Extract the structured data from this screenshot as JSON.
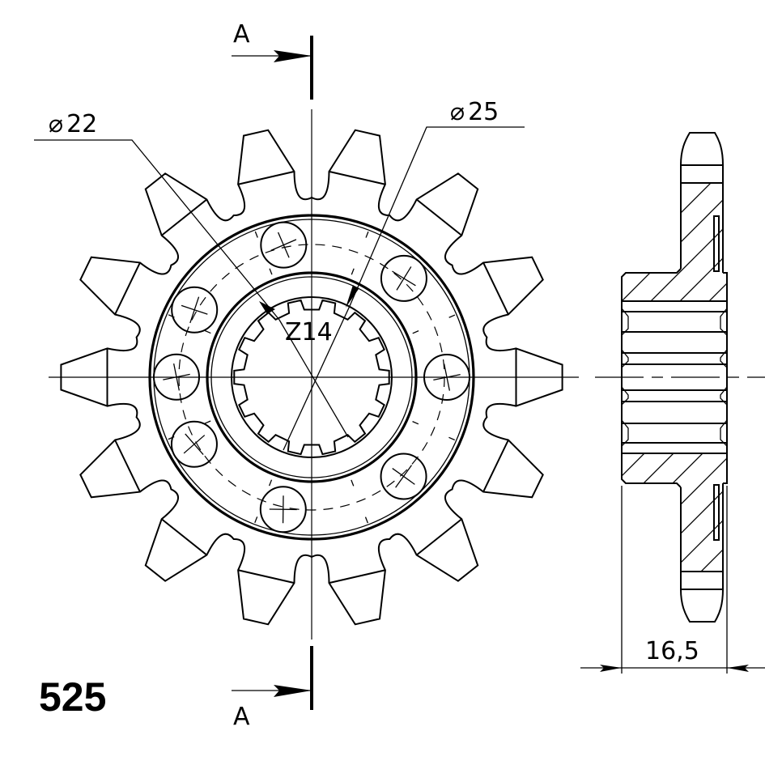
{
  "drawing": {
    "type": "engineering-drawing",
    "subject": "front sprocket",
    "chain_pitch_label": "525",
    "section_marker": {
      "label_top": "A",
      "label_bottom": "A"
    },
    "spline_label": "Z14",
    "dimensions": {
      "minor_diameter": {
        "symbol": "⌀",
        "value": "22"
      },
      "major_diameter": {
        "symbol": "⌀",
        "value": "25"
      },
      "width": "16,5"
    },
    "front_view": {
      "sprocket_teeth": 14,
      "spline_teeth": 14,
      "bolt_holes": 8
    },
    "side_view": {
      "section": "A-A",
      "hatched": true
    }
  }
}
